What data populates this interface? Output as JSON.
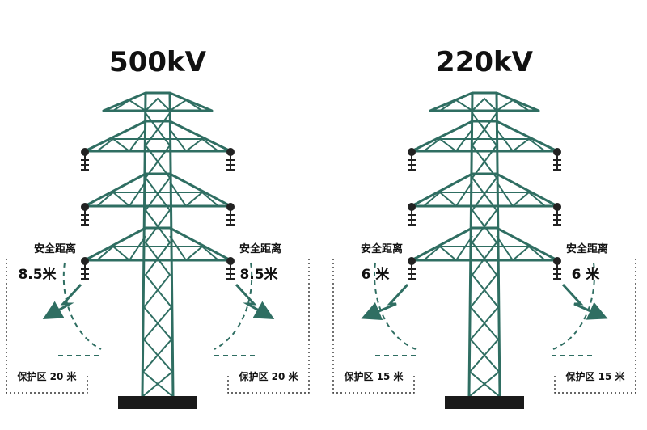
{
  "towers": [
    {
      "voltage": "500kV",
      "safety_label": "安全距离",
      "safety_distance": "8.5米",
      "protection_zone": "保护区 20 米"
    },
    {
      "voltage": "220kV",
      "safety_label": "安全距离",
      "safety_distance": "6 米",
      "protection_zone": "保护区 15 米"
    }
  ],
  "colors": {
    "steel": "#2f6e62",
    "base": "#1a1a1a"
  }
}
